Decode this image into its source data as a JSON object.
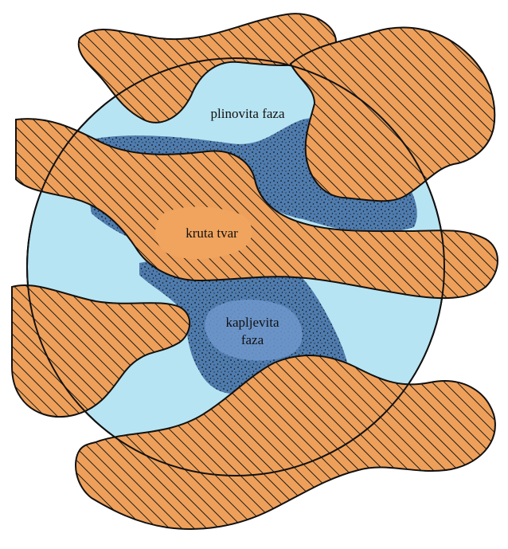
{
  "labels": {
    "gas_phase": "plinovita faza",
    "solid": "kruta tvar",
    "liquid_phase_line1": "kapljevita",
    "liquid_phase_line2": "faza"
  },
  "colors": {
    "background": "#ffffff",
    "gas_phase_fill": "#b7e4f2",
    "liquid_phase_fill": "#4f7cae",
    "liquid_phase_core": "#6e98cc",
    "solid_fill": "#eea05a",
    "solid_plain_fill": "#f0a45e",
    "hatch_color": "#111111",
    "outline_color": "#111111"
  }
}
